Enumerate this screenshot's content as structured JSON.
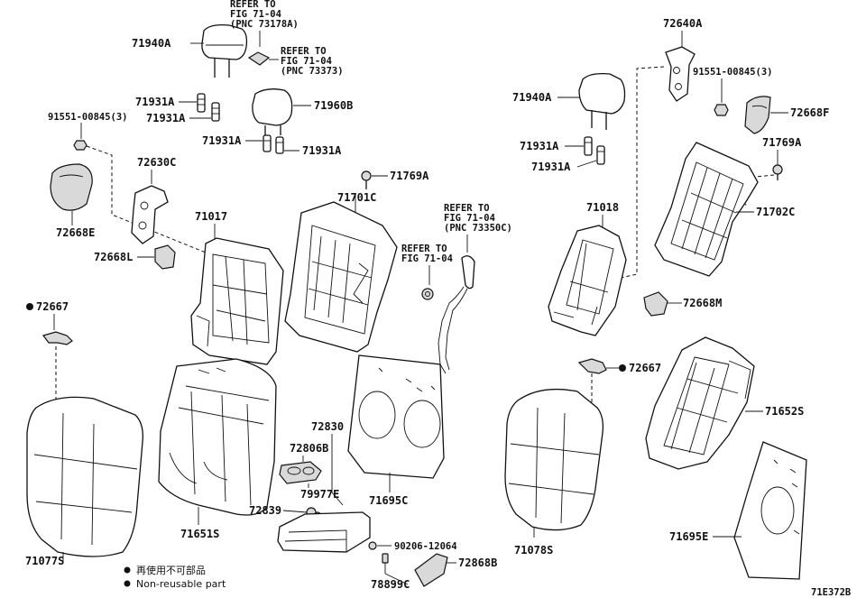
{
  "diagram": {
    "image_code": "71E372B",
    "legend": {
      "jp": "再使用不可部品",
      "en": "Non-reusable part"
    },
    "labels": {
      "l71940A_left": "71940A",
      "l71931A_1": "71931A",
      "l71931A_2": "71931A",
      "l71931A_3": "71931A",
      "l71931A_4": "71931A",
      "l71960B": "71960B",
      "l91551_left": "91551-00845(3)",
      "l72630C": "72630C",
      "l72668E": "72668E",
      "l72668L": "72668L",
      "l71017": "71017",
      "l71701C": "71701C",
      "l71769A_1": "71769A",
      "l72667_left": "72667",
      "l71077S": "71077S",
      "l71651S": "71651S",
      "l72830": "72830",
      "l72806B": "72806B",
      "l79977E": "79977E",
      "l72839": "72839",
      "l90206": "90206-12064",
      "l78899C": "78899C",
      "l72868B": "72868B",
      "l71695C": "71695C",
      "l72640A": "72640A",
      "l91551_right": "91551-00845(3)",
      "l72668F": "72668F",
      "l71940A_right": "71940A",
      "l71931A_5": "71931A",
      "l71931A_6": "71931A",
      "l71769A_2": "71769A",
      "l71702C": "71702C",
      "l71018": "71018",
      "l72668M": "72668M",
      "l72667_right": "72667",
      "l71652S": "71652S",
      "l71078S": "71078S",
      "l71695E": "71695E"
    },
    "refer_notes": {
      "note1": [
        "REFER TO",
        "FIG 71-04",
        "(PNC 73178A)"
      ],
      "note2": [
        "REFER TO",
        "FIG 71-04",
        "(PNC 73373)"
      ],
      "note3": [
        "REFER TO",
        "FIG 71-04",
        "(PNC 73350C)"
      ],
      "note4": [
        "REFER TO",
        "FIG 71-04"
      ]
    }
  }
}
